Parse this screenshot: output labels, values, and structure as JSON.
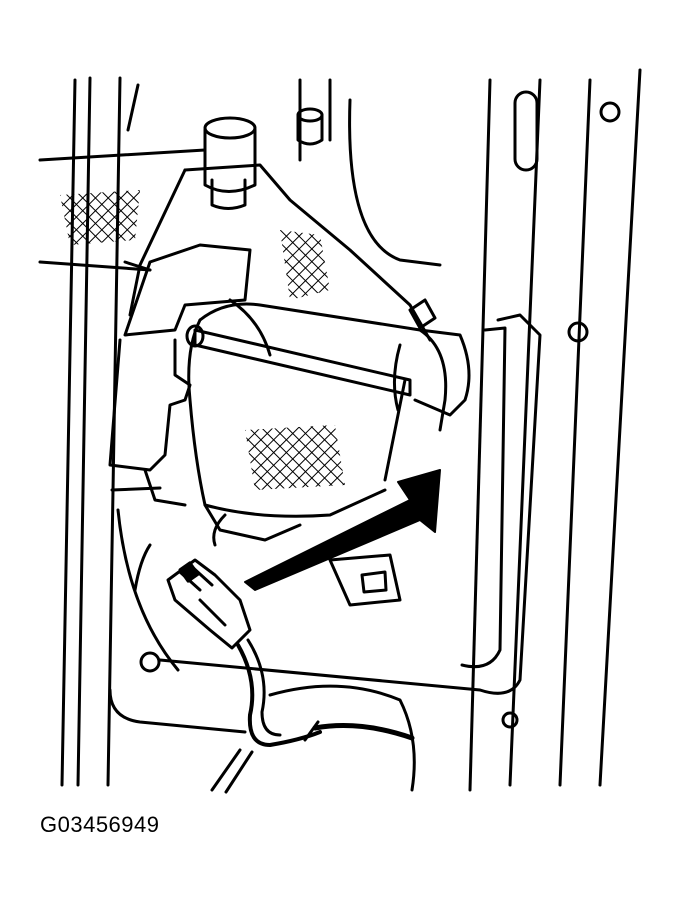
{
  "figure": {
    "id_label": "G03456949",
    "ink_color": "#000000",
    "paper_color": "#ffffff",
    "parts": [
      "panel-frame",
      "motor-assembly",
      "electrical-connector",
      "wire-harness",
      "pointer-arrow"
    ]
  }
}
